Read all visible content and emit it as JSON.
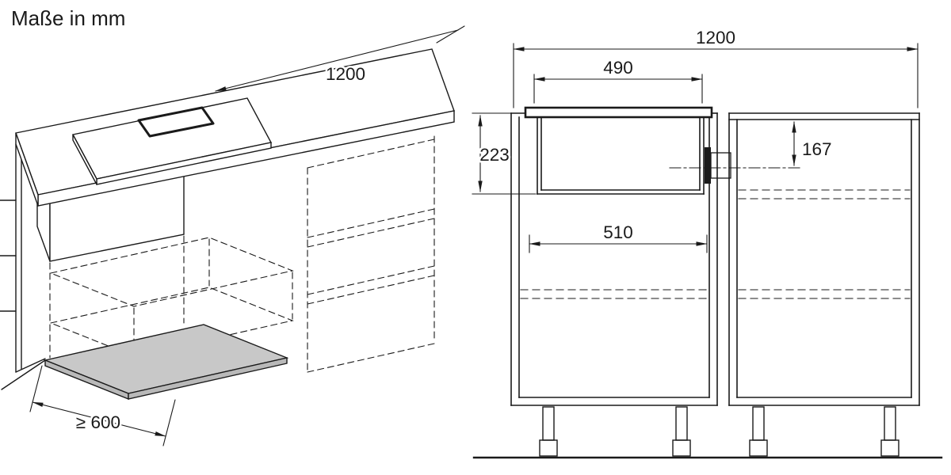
{
  "title": "Maße in mm",
  "colors": {
    "line": "#1a1a1a",
    "panel_fill": "#c8c8c8",
    "panel_edge_fill": "#b9b9b9",
    "background": "#ffffff"
  },
  "iso_view": {
    "dim_width": "1200",
    "dim_clearance": "≥ 600"
  },
  "section_view": {
    "dim_total_width": "1200",
    "dim_cutout_width": "490",
    "dim_install_depth": "223",
    "dim_outlet_axis": "167",
    "dim_inner_width": "510"
  }
}
